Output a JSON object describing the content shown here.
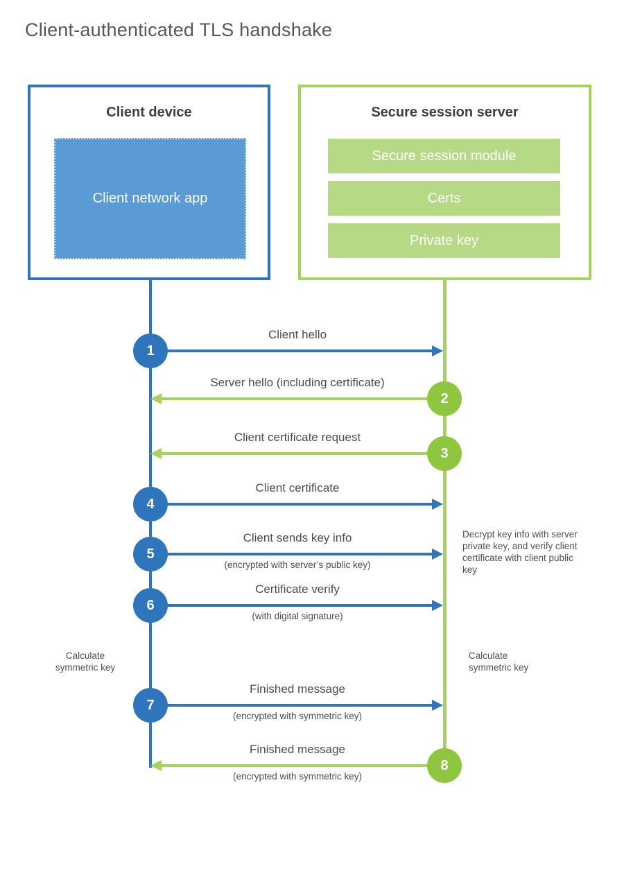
{
  "title": "Client-authenticated TLS handshake",
  "client": {
    "title": "Client device",
    "app": "Client network app"
  },
  "server": {
    "title": "Secure session server",
    "modules": [
      "Secure session module",
      "Certs",
      "Private key"
    ]
  },
  "messages": [
    {
      "num": "1",
      "label": "Client hello",
      "sub": "",
      "from": "client"
    },
    {
      "num": "2",
      "label": "Server hello (including certificate)",
      "sub": "",
      "from": "server"
    },
    {
      "num": "3",
      "label": "Client certificate request",
      "sub": "",
      "from": "server"
    },
    {
      "num": "4",
      "label": "Client certificate",
      "sub": "",
      "from": "client"
    },
    {
      "num": "5",
      "label": "Client sends key info",
      "sub": "(encrypted with server’s public key)",
      "from": "client"
    },
    {
      "num": "6",
      "label": "Certificate verify",
      "sub": "(with digital signature)",
      "from": "client"
    },
    {
      "num": "7",
      "label": "Finished message",
      "sub": "(encrypted with symmetric key)",
      "from": "client"
    },
    {
      "num": "8",
      "label": "Finished message",
      "sub": "(encrypted with symmetric key)",
      "from": "server"
    }
  ],
  "notes": {
    "decrypt": "Decrypt key info with server private key, and verify client certificate with client public key",
    "calc_left": "Calculate symmetric key",
    "calc_right": "Calculate symmetric key"
  },
  "colors": {
    "blue": "#2e75bc",
    "blue_fill": "#5b9bd5",
    "green": "#a5d35e",
    "green_circle": "#8ec63f",
    "green_fill": "#b5d985"
  }
}
